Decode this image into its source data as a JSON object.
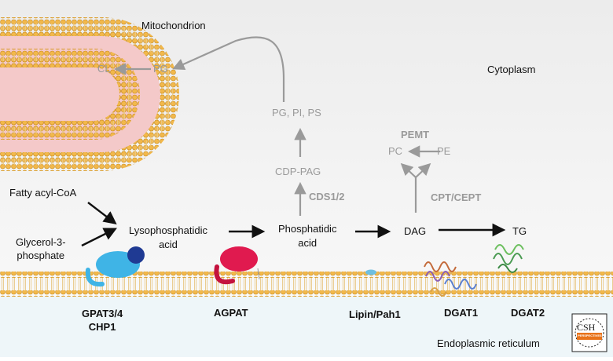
{
  "compartments": {
    "mitochondrion": "Mitochondrion",
    "cytoplasm": "Cytoplasm",
    "er": "Endoplasmic reticulum"
  },
  "metabolites": {
    "cl": "CL",
    "pg": "PG",
    "pg_pi_ps": "PG, PI, PS",
    "cdp_pag": "CDP-PAG",
    "pc": "PC",
    "pe": "PE",
    "fatty_acyl_coa": "Fatty acyl-CoA",
    "glycerol_3_phosphate": [
      "Glycerol-3-",
      "phosphate"
    ],
    "lysophosphatidic_acid": [
      "Lysophosphatidic",
      "acid"
    ],
    "phosphatidic_acid": [
      "Phosphatidic",
      "acid"
    ],
    "dag": "DAG",
    "tg": "TG"
  },
  "enzymes": {
    "cds": "CDS1/2",
    "pemt": "PEMT",
    "cpt": "CPT/CEPT",
    "gpat": [
      "GPAT3/4",
      "CHP1"
    ],
    "agpat": "AGPAT",
    "lipin": "Lipin/Pah1",
    "dgat1": "DGAT1",
    "dgat2": "DGAT2"
  },
  "logo": {
    "text": "CSH",
    "sub": "PERSPECTIVES"
  },
  "colors": {
    "dark_arrow": "#111111",
    "gray_arrow": "#9a9a9a",
    "membrane_head": "#f2b84b",
    "mito_interior": "#f4c9c9",
    "gpat_protein": "#3fb4e6",
    "chp1_protein": "#1f3a93",
    "agpat_protein": "#e01a4f"
  }
}
